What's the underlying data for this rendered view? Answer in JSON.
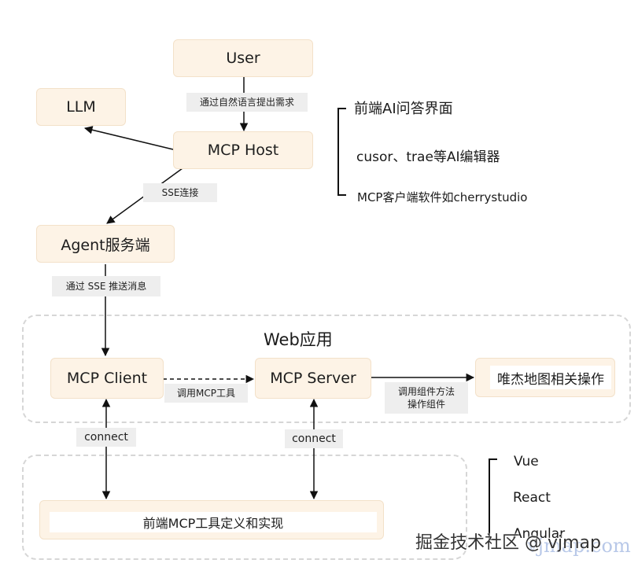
{
  "nodes": {
    "user": "User",
    "llm": "LLM",
    "mcp_host": "MCP Host",
    "agent_server": "Agent服务端",
    "mcp_client": "MCP Client",
    "mcp_server": "MCP Server",
    "map_ops": "唯杰地图相关操作",
    "frontend_tools": "前端MCP工具定义和实现"
  },
  "edge_labels": {
    "user_to_host": "通过自然语言提出需求",
    "sse_connect": "SSE连接",
    "sse_push": "通过 SSE 推送消息",
    "call_tool": "调用MCP工具",
    "call_component_line1": "调用组件方法",
    "call_component_line2": "操作组件",
    "connect_left": "connect",
    "connect_right": "connect"
  },
  "regions": {
    "web_app": "Web应用"
  },
  "host_examples": [
    "前端AI问答界面",
    "cusor、trae等AI编辑器",
    "MCP客户端软件如cherrystudio"
  ],
  "frameworks": [
    "Vue",
    "React",
    "Angular"
  ],
  "watermark": {
    "text": "掘金技术社区 @ vjmap",
    "url": "vjmap.com"
  },
  "colors": {
    "node_fill": "#fdf3e6",
    "label_fill": "#eeeeee",
    "region_border": "#d6d6d6"
  }
}
